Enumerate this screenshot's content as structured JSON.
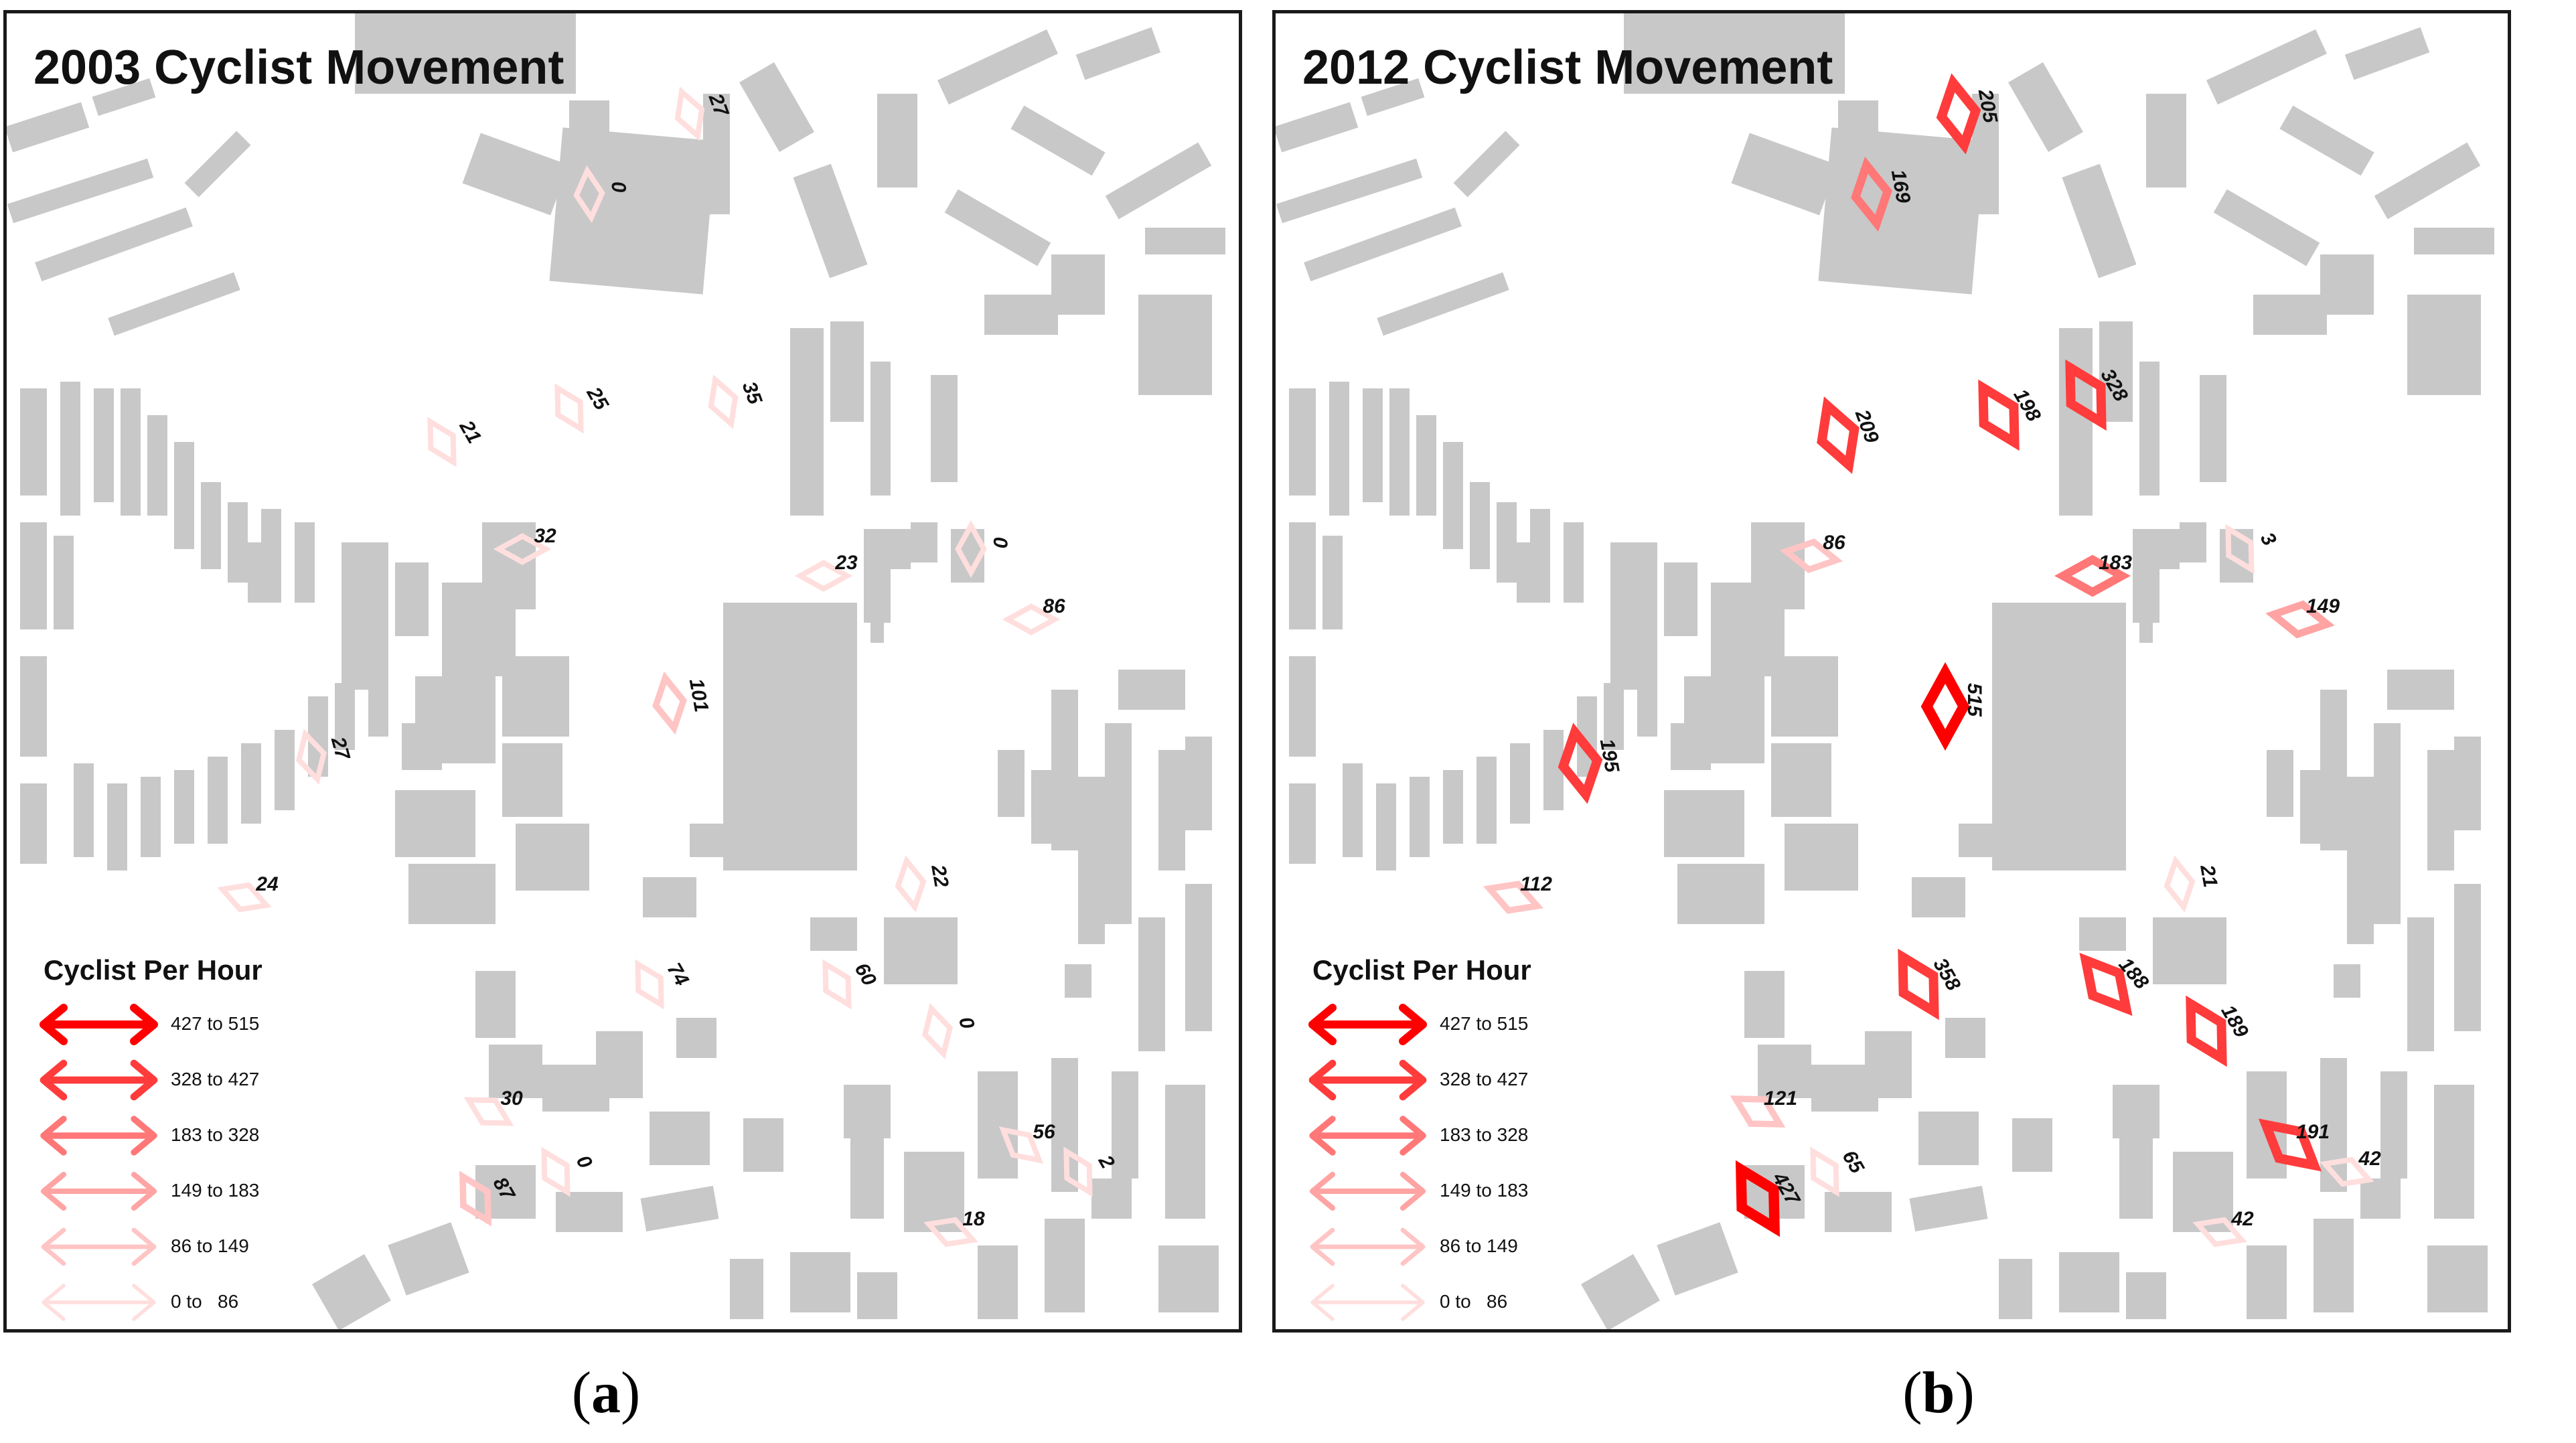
{
  "panels": [
    {
      "id": "a",
      "title": "2003 Cyclist Movement",
      "caption_letter": "a",
      "markers": [
        {
          "label": "27",
          "level": 0,
          "rot": 70
        },
        {
          "label": "0",
          "level": 0,
          "rot": 85
        },
        {
          "label": "25",
          "level": 0,
          "rot": 60
        },
        {
          "label": "35",
          "level": 0,
          "rot": 70
        },
        {
          "label": "21",
          "level": 0,
          "rot": 60
        },
        {
          "label": "32",
          "level": 0,
          "rot": 0
        },
        {
          "label": "23",
          "level": 0,
          "rot": 0
        },
        {
          "label": "0",
          "level": 0,
          "rot": 90
        },
        {
          "label": "86",
          "level": 0,
          "rot": 0
        },
        {
          "label": "101",
          "level": 1,
          "rot": 80
        },
        {
          "label": "27",
          "level": 0,
          "rot": 75
        },
        {
          "label": "24",
          "level": 0,
          "rot": 20
        },
        {
          "label": "22",
          "level": 0,
          "rot": 80
        },
        {
          "label": "74",
          "level": 0,
          "rot": 60
        },
        {
          "label": "60",
          "level": 0,
          "rot": 60
        },
        {
          "label": "0",
          "level": 0,
          "rot": 75
        },
        {
          "label": "30",
          "level": 0,
          "rot": 30
        },
        {
          "label": "87",
          "level": 1,
          "rot": 60
        },
        {
          "label": "0",
          "level": 0,
          "rot": 60
        },
        {
          "label": "56",
          "level": 0,
          "rot": 40
        },
        {
          "label": "2",
          "level": 0,
          "rot": 60
        },
        {
          "label": "18",
          "level": 0,
          "rot": 20
        }
      ]
    },
    {
      "id": "b",
      "title": "2012 Cyclist Movement",
      "caption_letter": "b",
      "markers": [
        {
          "label": "205",
          "level": 4,
          "rot": 80
        },
        {
          "label": "169",
          "level": 3,
          "rot": 80
        },
        {
          "label": "209",
          "level": 4,
          "rot": 70
        },
        {
          "label": "198",
          "level": 4,
          "rot": 60
        },
        {
          "label": "328",
          "level": 4,
          "rot": 60
        },
        {
          "label": "86",
          "level": 1,
          "rot": 10
        },
        {
          "label": "183",
          "level": 3,
          "rot": 0
        },
        {
          "label": "3",
          "level": 0,
          "rot": 60
        },
        {
          "label": "149",
          "level": 2,
          "rot": 10
        },
        {
          "label": "515",
          "level": 5,
          "rot": 90
        },
        {
          "label": "195",
          "level": 4,
          "rot": 80
        },
        {
          "label": "112",
          "level": 1,
          "rot": 20
        },
        {
          "label": "21",
          "level": 0,
          "rot": 80
        },
        {
          "label": "358",
          "level": 4,
          "rot": 60
        },
        {
          "label": "188",
          "level": 4,
          "rot": 50
        },
        {
          "label": "189",
          "level": 4,
          "rot": 60
        },
        {
          "label": "121",
          "level": 1,
          "rot": 30
        },
        {
          "label": "427",
          "level": 5,
          "rot": 60
        },
        {
          "label": "65",
          "level": 0,
          "rot": 60
        },
        {
          "label": "191",
          "level": 4,
          "rot": 40
        },
        {
          "label": "42",
          "level": 0,
          "rot": 20
        },
        {
          "label": "42",
          "level": 0,
          "rot": 20
        }
      ]
    }
  ],
  "legend": {
    "title": "Cyclist  Per Hour",
    "classes": [
      {
        "label": "427 to 515",
        "color": "#ff0000"
      },
      {
        "label": "328 to 427",
        "color": "#ff3b3b"
      },
      {
        "label": "183 to 328",
        "color": "#ff7777"
      },
      {
        "label": "149 to 183",
        "color": "#ffa3a3"
      },
      {
        "label": "86 to 149",
        "color": "#ffc4c4"
      },
      {
        "label": "0 to   86",
        "color": "#ffdede"
      }
    ]
  },
  "colors": {
    "building": "#c8c8c8",
    "frame": "#1a1a1a"
  }
}
